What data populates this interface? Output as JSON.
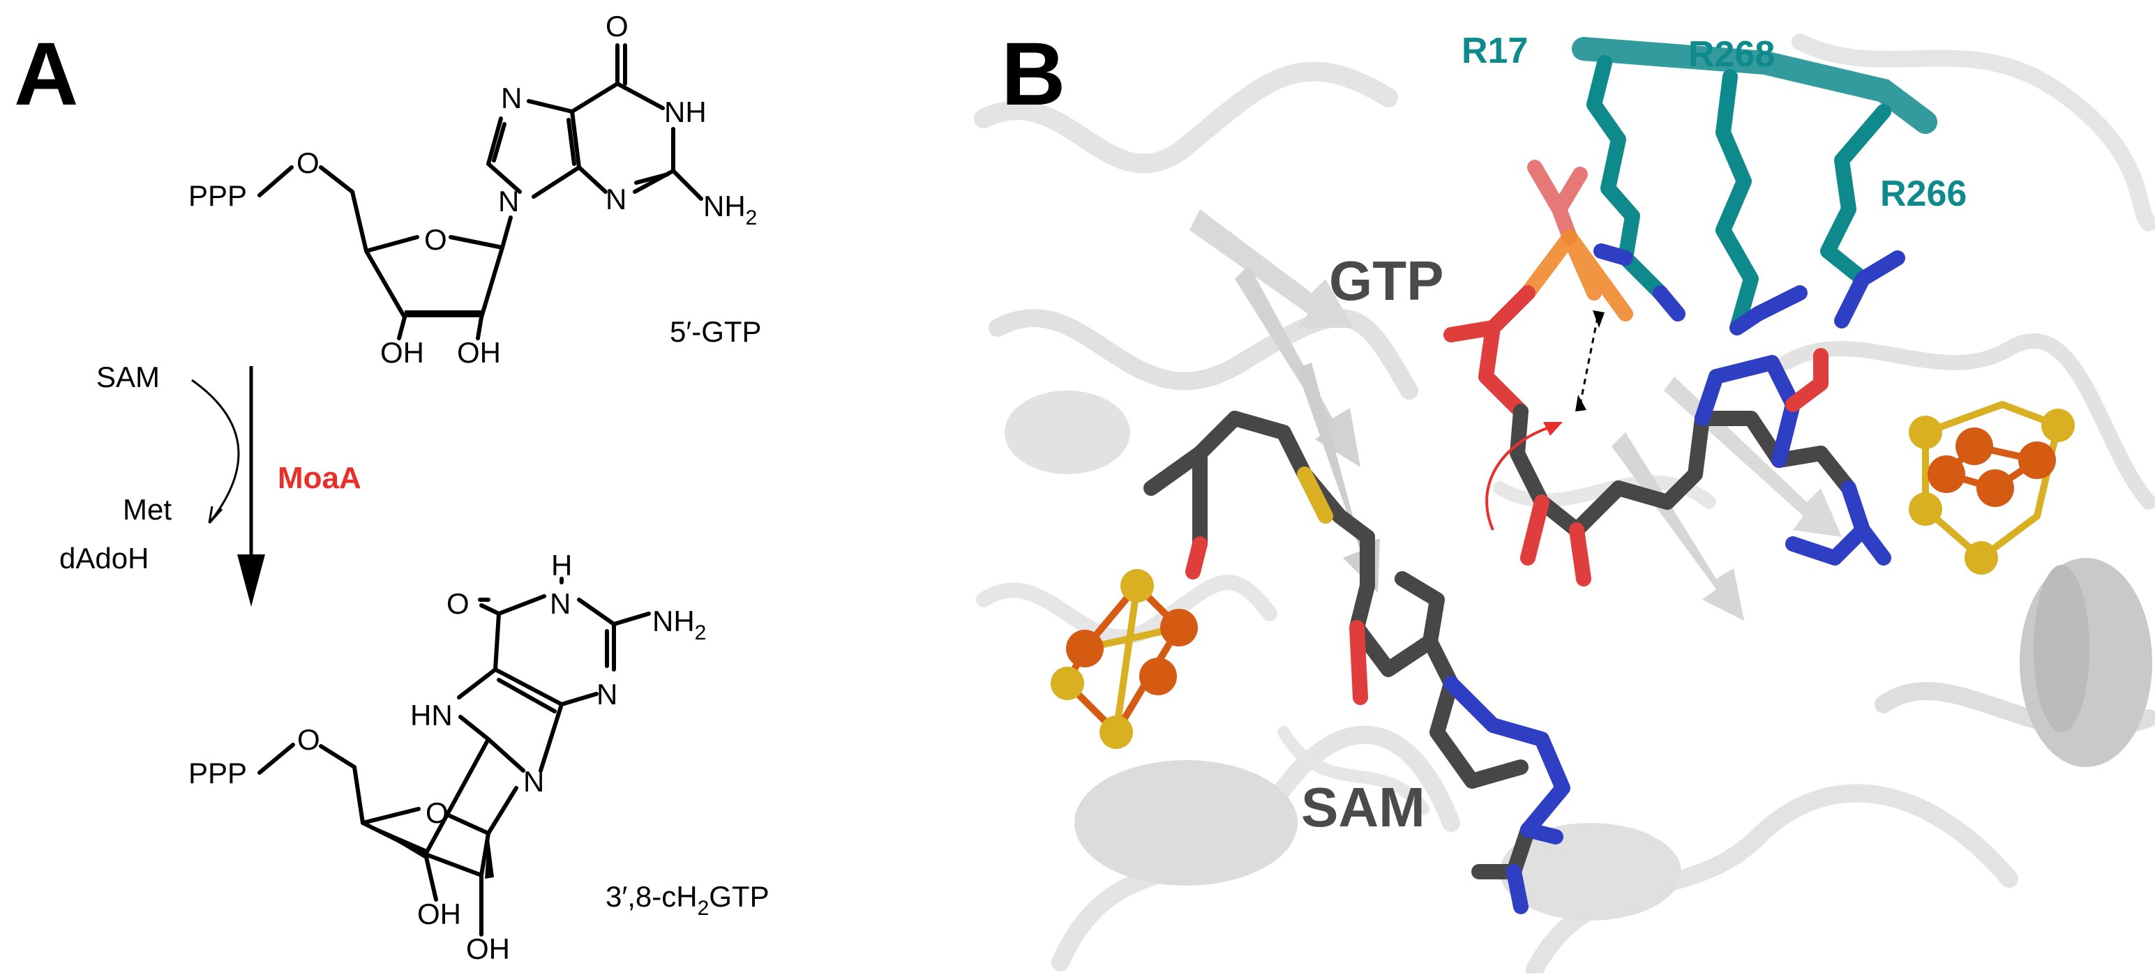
{
  "panel_a": {
    "label": "A",
    "gtp": {
      "ppp": "PPP",
      "o5": "O",
      "ring_o": "O",
      "n7": "N",
      "n9": "N",
      "n3": "N",
      "nh1": "NH",
      "o6": "O",
      "nh2": "NH",
      "nh2_sub": "2",
      "oh3": "OH",
      "oh2": "OH",
      "name": "5′-GTP"
    },
    "reaction": {
      "sam": "SAM",
      "met": "Met",
      "dadoh": "dAdoH",
      "enzyme": "MoaA",
      "enzyme_color": "#e8302b"
    },
    "product": {
      "ppp": "PPP",
      "o5": "O",
      "ring_o": "O",
      "o6": "O",
      "h": "H",
      "n1": "N",
      "nh2": "NH",
      "nh2_sub": "2",
      "n3": "N",
      "hn7": "HN",
      "n9": "N",
      "oh3": "OH",
      "oh2": "OH",
      "name_pre": "3′,8-cH",
      "name_sub": "2",
      "name_post": "GTP"
    }
  },
  "panel_b": {
    "label": "B",
    "labels": {
      "r17": "R17",
      "r268": "R268",
      "r266": "R266",
      "gtp": "GTP",
      "sam": "SAM"
    },
    "colors": {
      "residue": "#0f8a8c",
      "ligand_label": "#4a4a4a",
      "carbon": "#474747",
      "oxygen": "#e03d3d",
      "nitrogen": "#2f3fc4",
      "phosphorus": "#f0892e",
      "sulfur": "#d9b022",
      "iron": "#d55a12",
      "protein": "#d8d8d8"
    }
  }
}
